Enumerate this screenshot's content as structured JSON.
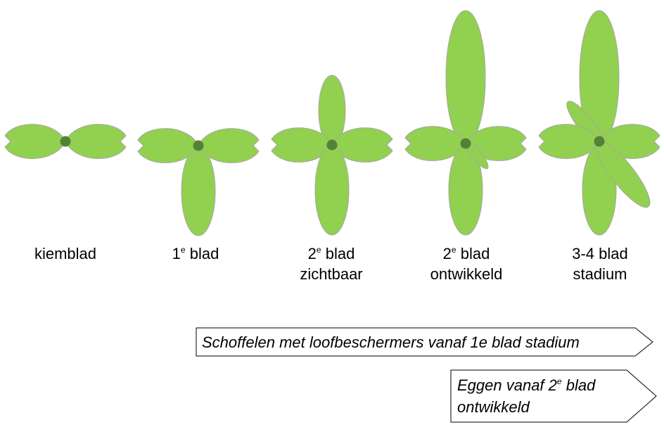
{
  "stages": [
    {
      "id": "kiemblad",
      "line1": "kiemblad",
      "sup": "",
      "line1_rest": "",
      "line2": ""
    },
    {
      "id": "1e-blad",
      "line1": "1",
      "sup": "e",
      "line1_rest": " blad",
      "line2": ""
    },
    {
      "id": "2e-blad-zichtbaar",
      "line1": "2",
      "sup": "e",
      "line1_rest": " blad",
      "line2": "zichtbaar"
    },
    {
      "id": "2e-blad-ontwikkeld",
      "line1": "2",
      "sup": "e",
      "line1_rest": " blad",
      "line2": "ontwikkeld"
    },
    {
      "id": "3-4-blad-stadium",
      "line1": "3-4 blad",
      "sup": "",
      "line1_rest": "",
      "line2": "stadium"
    }
  ],
  "arrows": {
    "schoffelen": {
      "text": "Schoffelen met loofbeschermers vanaf 1e blad stadium"
    },
    "eggen": {
      "line1": "Eggen vanaf 2",
      "sup": "e",
      "line1_rest": " blad",
      "line2": "ontwikkeld"
    }
  },
  "colors": {
    "leaf": "#92d050",
    "leaf_outline": "#a6a6a6",
    "center": "#548235",
    "arrow_outline": "#000000"
  }
}
